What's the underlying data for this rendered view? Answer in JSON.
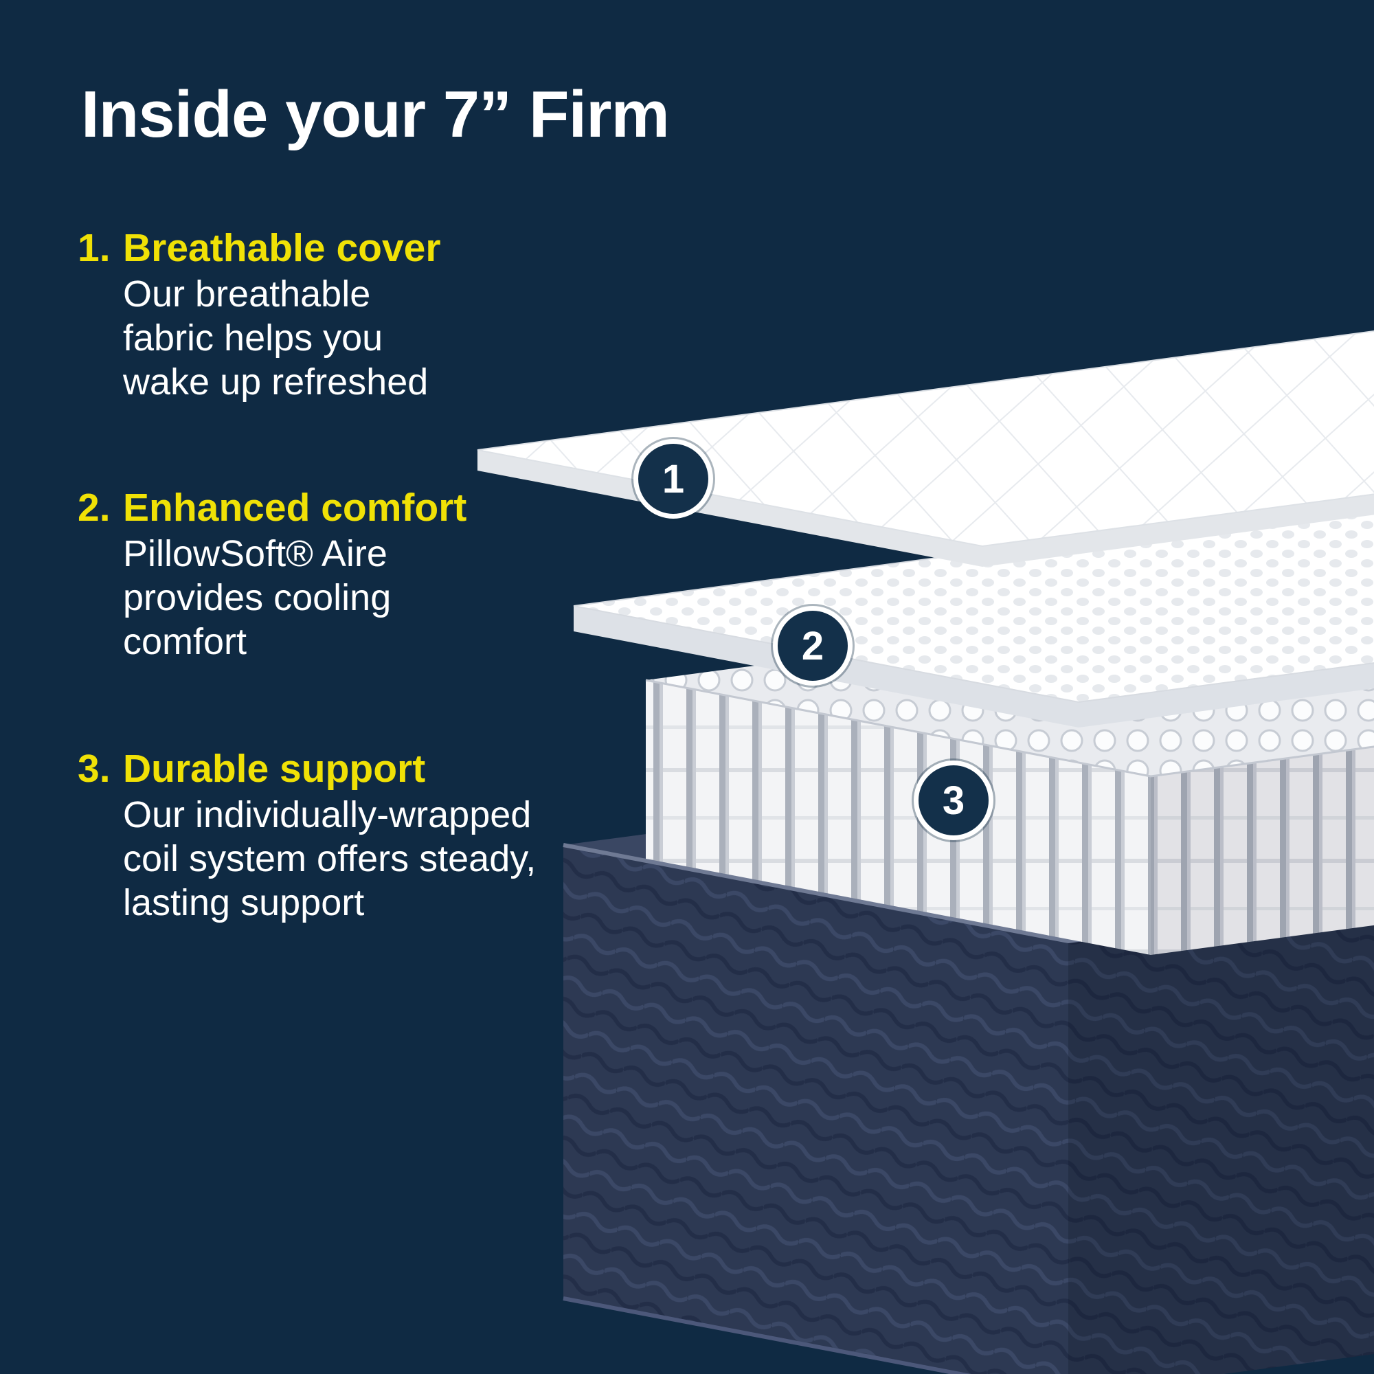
{
  "theme": {
    "background_color": "#0F2A43",
    "accent_yellow": "#F0E106",
    "text_color": "#FFFFFF",
    "badge_fill": "#13304A",
    "badge_border": "#FFFFFF",
    "mattress_white": "#FFFFFF",
    "base_fabric_navy": "#2D3953"
  },
  "title": "Inside your 7” Firm",
  "items": [
    {
      "number": "1.",
      "heading": "Breathable cover",
      "body": "Our breathable\nfabric helps you\nwake up refreshed",
      "badge": "1"
    },
    {
      "number": "2.",
      "heading": "Enhanced comfort",
      "body": "PillowSoft® Aire\nprovides cooling\ncomfort",
      "badge": "2"
    },
    {
      "number": "3.",
      "heading": "Durable support",
      "body": "Our individually-wrapped\ncoil system offers steady,\nlasting support",
      "badge": "3"
    }
  ]
}
